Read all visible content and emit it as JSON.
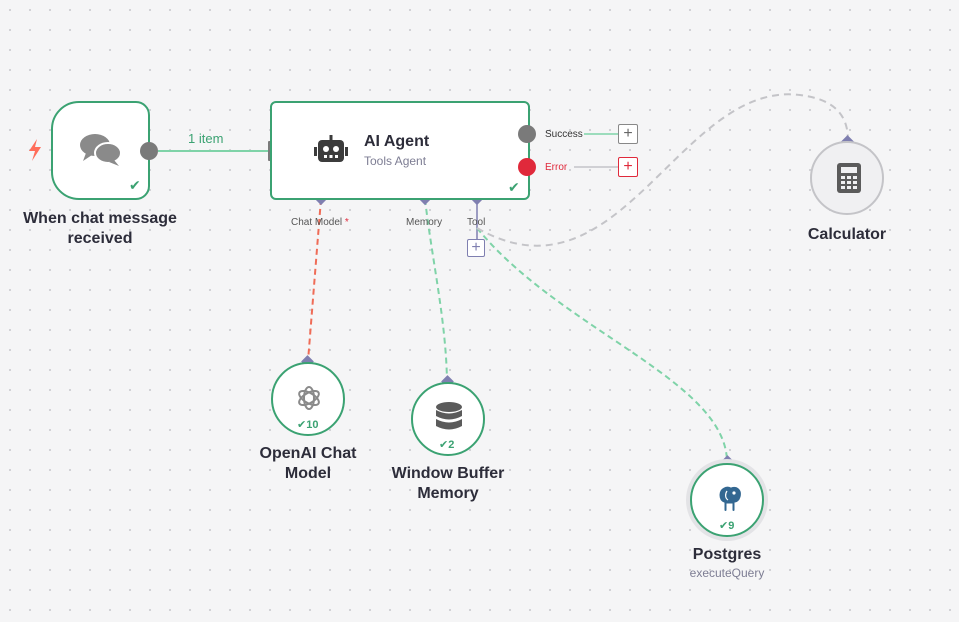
{
  "trigger": {
    "label": "When chat message received"
  },
  "edge_main": {
    "label": "1 item"
  },
  "agent": {
    "title": "AI Agent",
    "subtitle": "Tools Agent",
    "ports": {
      "chat_model": "Chat Model",
      "required": "*",
      "memory": "Memory",
      "tool": "Tool"
    },
    "outputs": {
      "success": "Success",
      "error": "Error"
    }
  },
  "openai": {
    "label": "OpenAI Chat Model",
    "count": "10"
  },
  "memory": {
    "label": "Window Buffer Memory",
    "count": "2"
  },
  "postgres": {
    "label": "Postgres",
    "subtitle": "executeQuery",
    "count": "9"
  },
  "calculator": {
    "label": "Calculator"
  },
  "colors": {
    "success_green": "#3ba272",
    "error_red": "#e0293b",
    "port_purple": "#7f7fb0",
    "connector_gray": "#7a7a7a",
    "line_green": "#7fd3a8",
    "line_red": "#ef6c57",
    "line_gray": "#c4c4c8",
    "trigger_orange": "#ff6d5a"
  }
}
